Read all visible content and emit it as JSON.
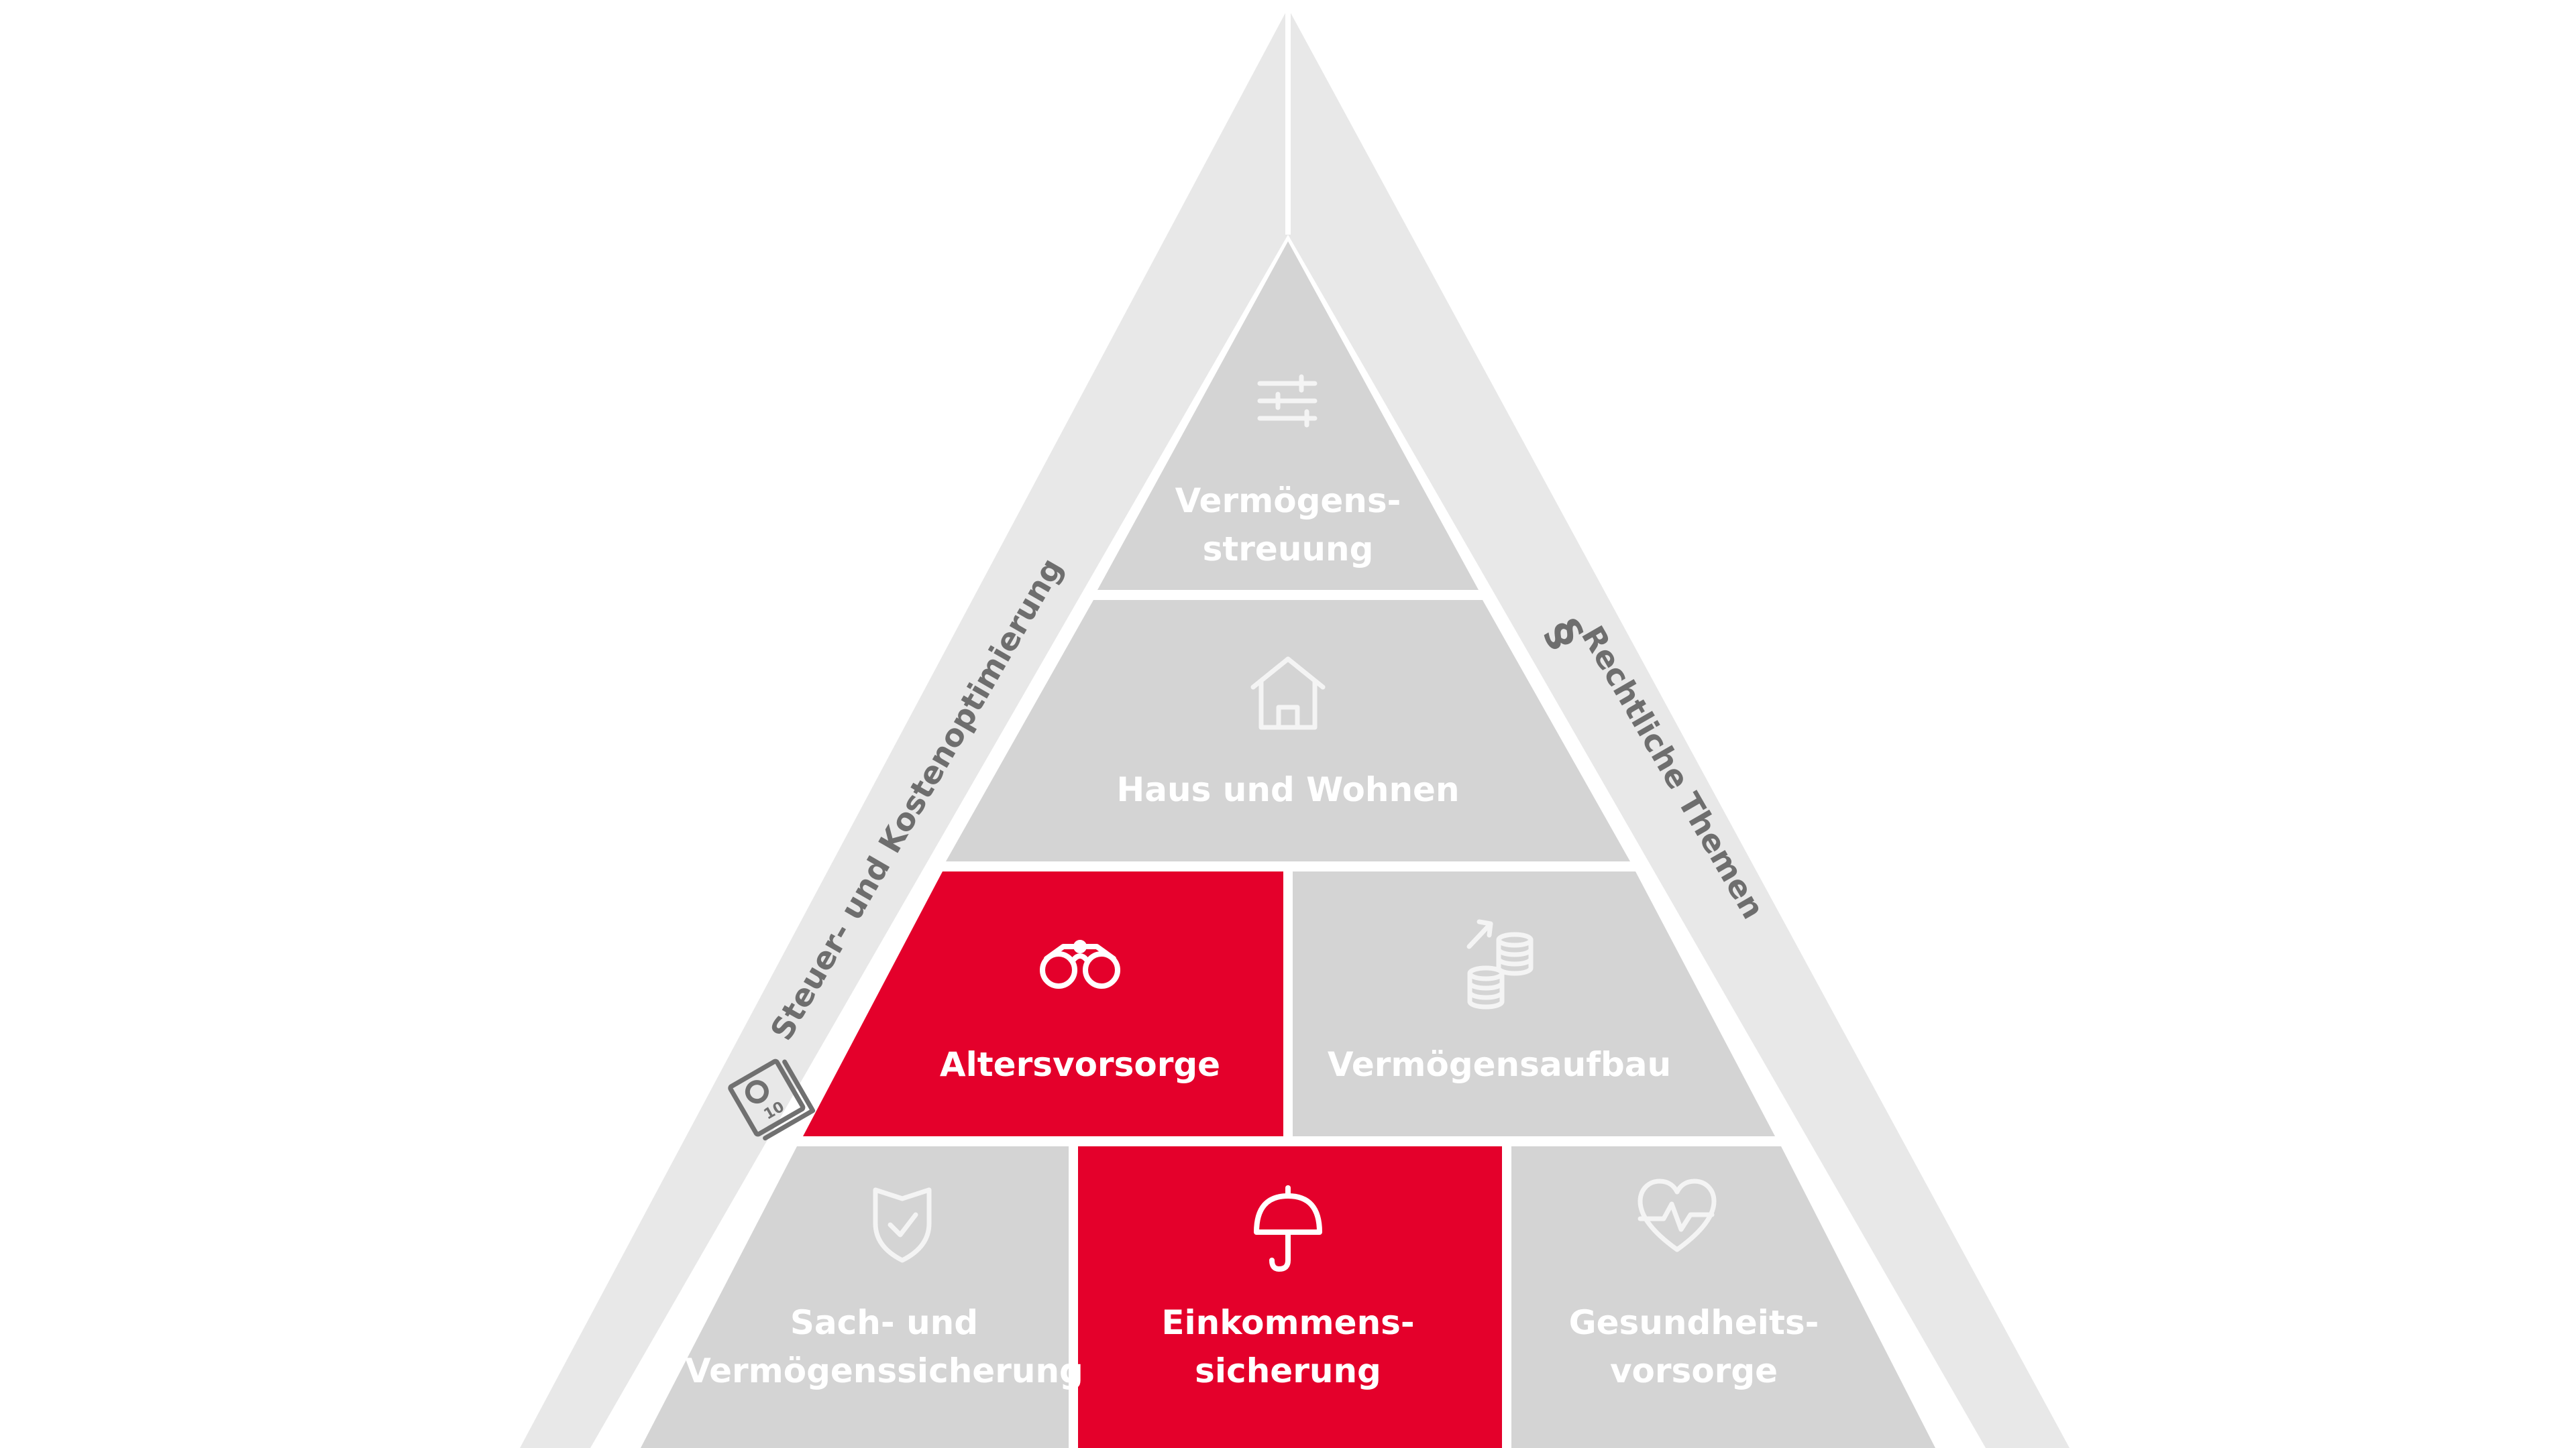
{
  "colors": {
    "outer_frame": "#e8e8e8",
    "block": "#d4d4d4",
    "highlight": "#e4002b",
    "gap": "#ffffff",
    "label": "#ffffff",
    "side_text": "#6e6e6e"
  },
  "sides": {
    "left": {
      "label": "Steuer- und Kostenoptimierung",
      "icon": "tax-document-icon"
    },
    "right": {
      "label": "Rechtliche Themen",
      "icon": "paragraph-icon"
    }
  },
  "blocks": {
    "vermoegensstreuung": {
      "line1": "Vermögens-",
      "line2": "streuung",
      "icon": "sliders-icon",
      "highlighted": false
    },
    "haus_und_wohnen": {
      "line1": "Haus und Wohnen",
      "icon": "house-icon",
      "highlighted": false
    },
    "altersvorsorge": {
      "line1": "Altersvorsorge",
      "icon": "binoculars-icon",
      "highlighted": true
    },
    "vermoegensaufbau": {
      "line1": "Vermögensaufbau",
      "icon": "coins-growth-icon",
      "highlighted": false
    },
    "sach_und_vermoegenssicherung": {
      "line1": "Sach- und",
      "line2": "Vermögenssicherung",
      "icon": "shield-check-icon",
      "highlighted": false
    },
    "einkommenssicherung": {
      "line1": "Einkommens-",
      "line2": "sicherung",
      "icon": "umbrella-icon",
      "highlighted": true
    },
    "gesundheitsvorsorge": {
      "line1": "Gesundheits-",
      "line2": "vorsorge",
      "icon": "heart-pulse-icon",
      "highlighted": false
    }
  }
}
